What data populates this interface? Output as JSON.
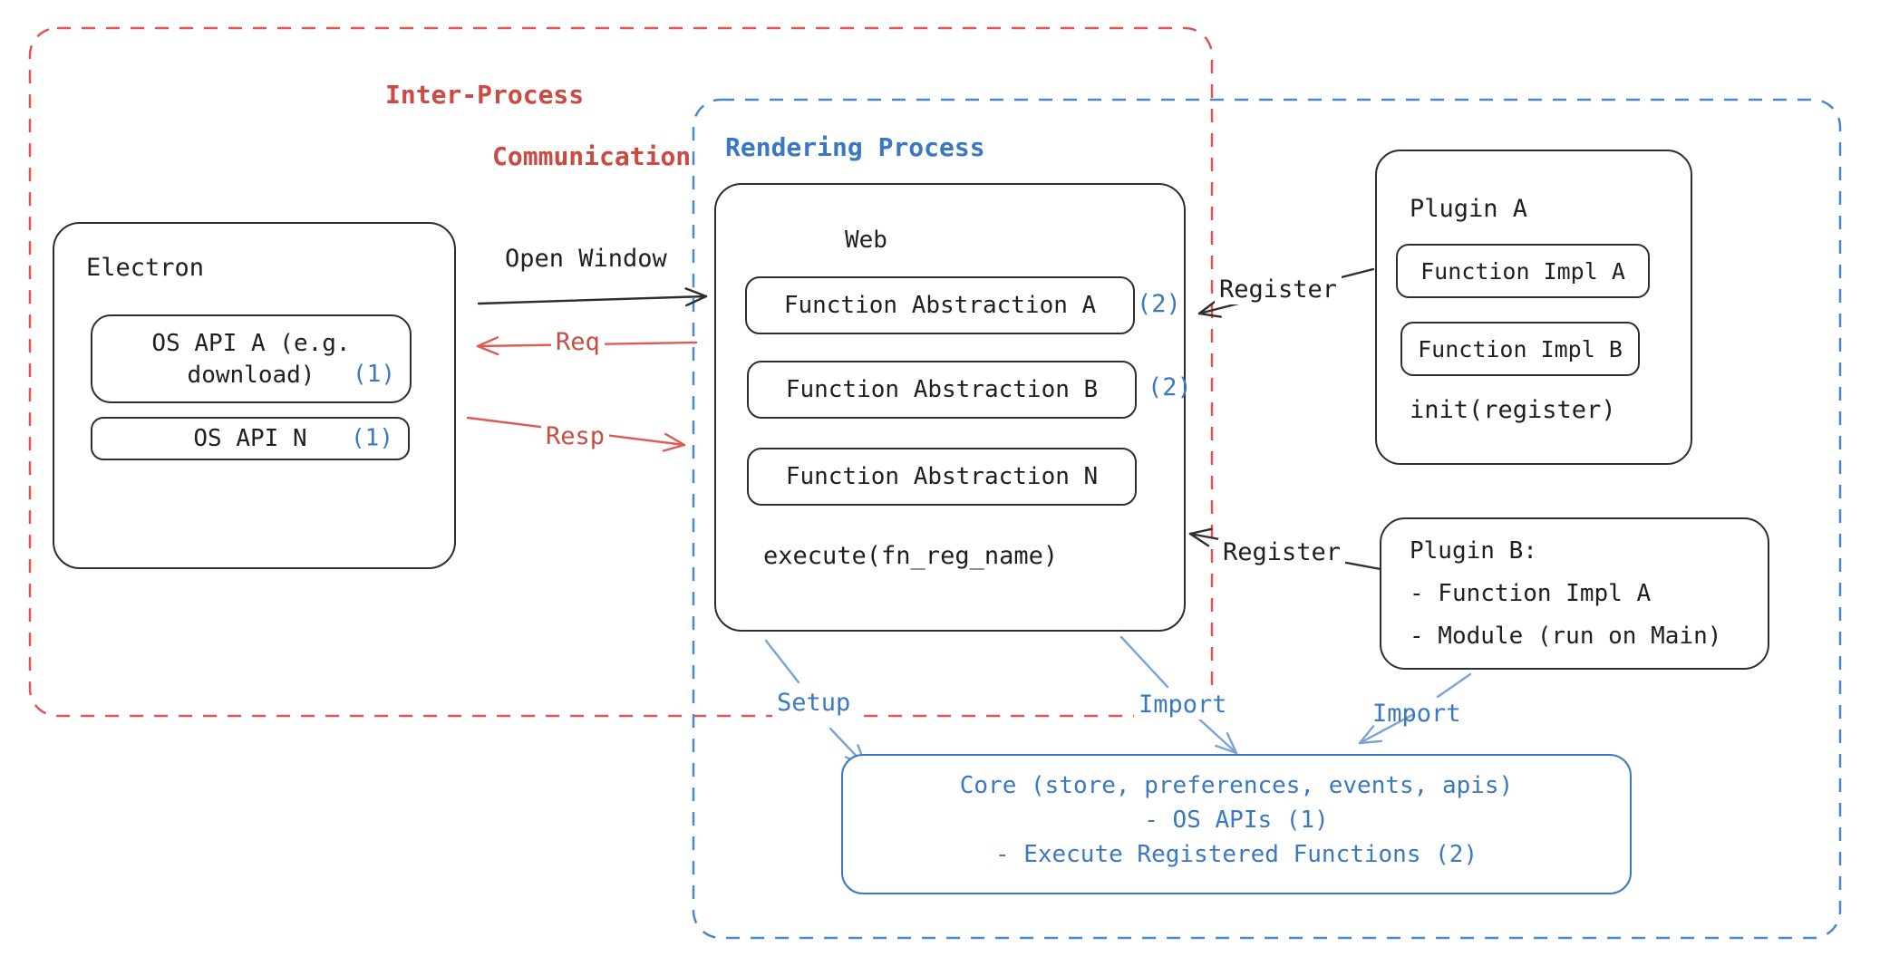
{
  "colors": {
    "black": "#2e2e2e",
    "ink": "#1f1f1f",
    "red": "#df5a52",
    "red_text": "#cd4a42",
    "red_dash": "#e05454",
    "blue": "#3b78c2",
    "blue_light": "#7ba3d8",
    "blue_dash": "#4b87cb"
  },
  "regions": {
    "ipc": {
      "label_line1": "Inter-Process",
      "label_line2": "Communication"
    },
    "rendering": {
      "label": "Rendering Process"
    }
  },
  "electron": {
    "title": "Electron",
    "os_api_a_line1": "OS API A (e.g.",
    "os_api_a_line2": "download)",
    "os_api_a_badge": "(1)",
    "os_api_n_label": "OS API N",
    "os_api_n_badge": "(1)"
  },
  "web": {
    "title": "Web",
    "items": [
      {
        "label": "Function Abstraction A",
        "badge": "(2)"
      },
      {
        "label": "Function Abstraction B",
        "badge": "(2)"
      },
      {
        "label": "Function Abstraction N",
        "badge": ""
      }
    ],
    "footer": "execute(fn_reg_name)"
  },
  "plugin_a": {
    "title": "Plugin A",
    "impl_a": "Function Impl A",
    "impl_b": "Function Impl B",
    "footer": "init(register)"
  },
  "plugin_b": {
    "title": "Plugin B:",
    "line1": "- Function Impl A",
    "line2": "- Module (run on Main)"
  },
  "core": {
    "line1": "Core (store, preferences, events, apis)",
    "line2": "- OS APIs (1)",
    "line3": "- Execute Registered Functions (2)"
  },
  "edge_labels": {
    "open_window": "Open Window",
    "req": "Req",
    "resp": "Resp",
    "register_a": "Register",
    "register_b": "Register",
    "setup": "Setup",
    "import_web": "Import",
    "import_plugin_b": "Import"
  },
  "arrows": [
    {
      "name": "open-window-arrow",
      "color": "black",
      "head": true,
      "pts": [
        [
          528,
          335
        ],
        [
          779,
          327
        ]
      ]
    },
    {
      "name": "req-arrow",
      "color": "red",
      "head": true,
      "pts": [
        [
          768,
          378
        ],
        [
          527,
          382
        ]
      ]
    },
    {
      "name": "resp-arrow",
      "color": "red",
      "head": true,
      "pts": [
        [
          516,
          461
        ],
        [
          755,
          491
        ]
      ]
    },
    {
      "name": "register-a-arrow",
      "color": "black",
      "head": true,
      "pts": [
        [
          1515,
          297
        ],
        [
          1323,
          346
        ]
      ]
    },
    {
      "name": "register-b-arrow",
      "color": "black",
      "head": true,
      "pts": [
        [
          1523,
          628
        ],
        [
          1313,
          589
        ]
      ]
    },
    {
      "name": "setup-line",
      "color": "blue_light",
      "head": false,
      "pts": [
        [
          845,
          707
        ],
        [
          881,
          753
        ]
      ]
    },
    {
      "name": "setup-arrow",
      "color": "blue_light",
      "head": true,
      "pts": [
        [
          916,
          804
        ],
        [
          955,
          845
        ]
      ]
    },
    {
      "name": "import-web-line",
      "color": "blue_light",
      "head": false,
      "pts": [
        [
          1237,
          703
        ],
        [
          1288,
          758
        ]
      ]
    },
    {
      "name": "import-web-arrow",
      "color": "blue_light",
      "head": true,
      "pts": [
        [
          1318,
          789
        ],
        [
          1364,
          831
        ]
      ]
    },
    {
      "name": "import-plugin-line",
      "color": "blue_light",
      "head": false,
      "pts": [
        [
          1622,
          744
        ],
        [
          1586,
          769
        ]
      ]
    },
    {
      "name": "import-plugin-arrow",
      "color": "blue_light",
      "head": true,
      "pts": [
        [
          1558,
          789
        ],
        [
          1500,
          820
        ]
      ]
    }
  ]
}
